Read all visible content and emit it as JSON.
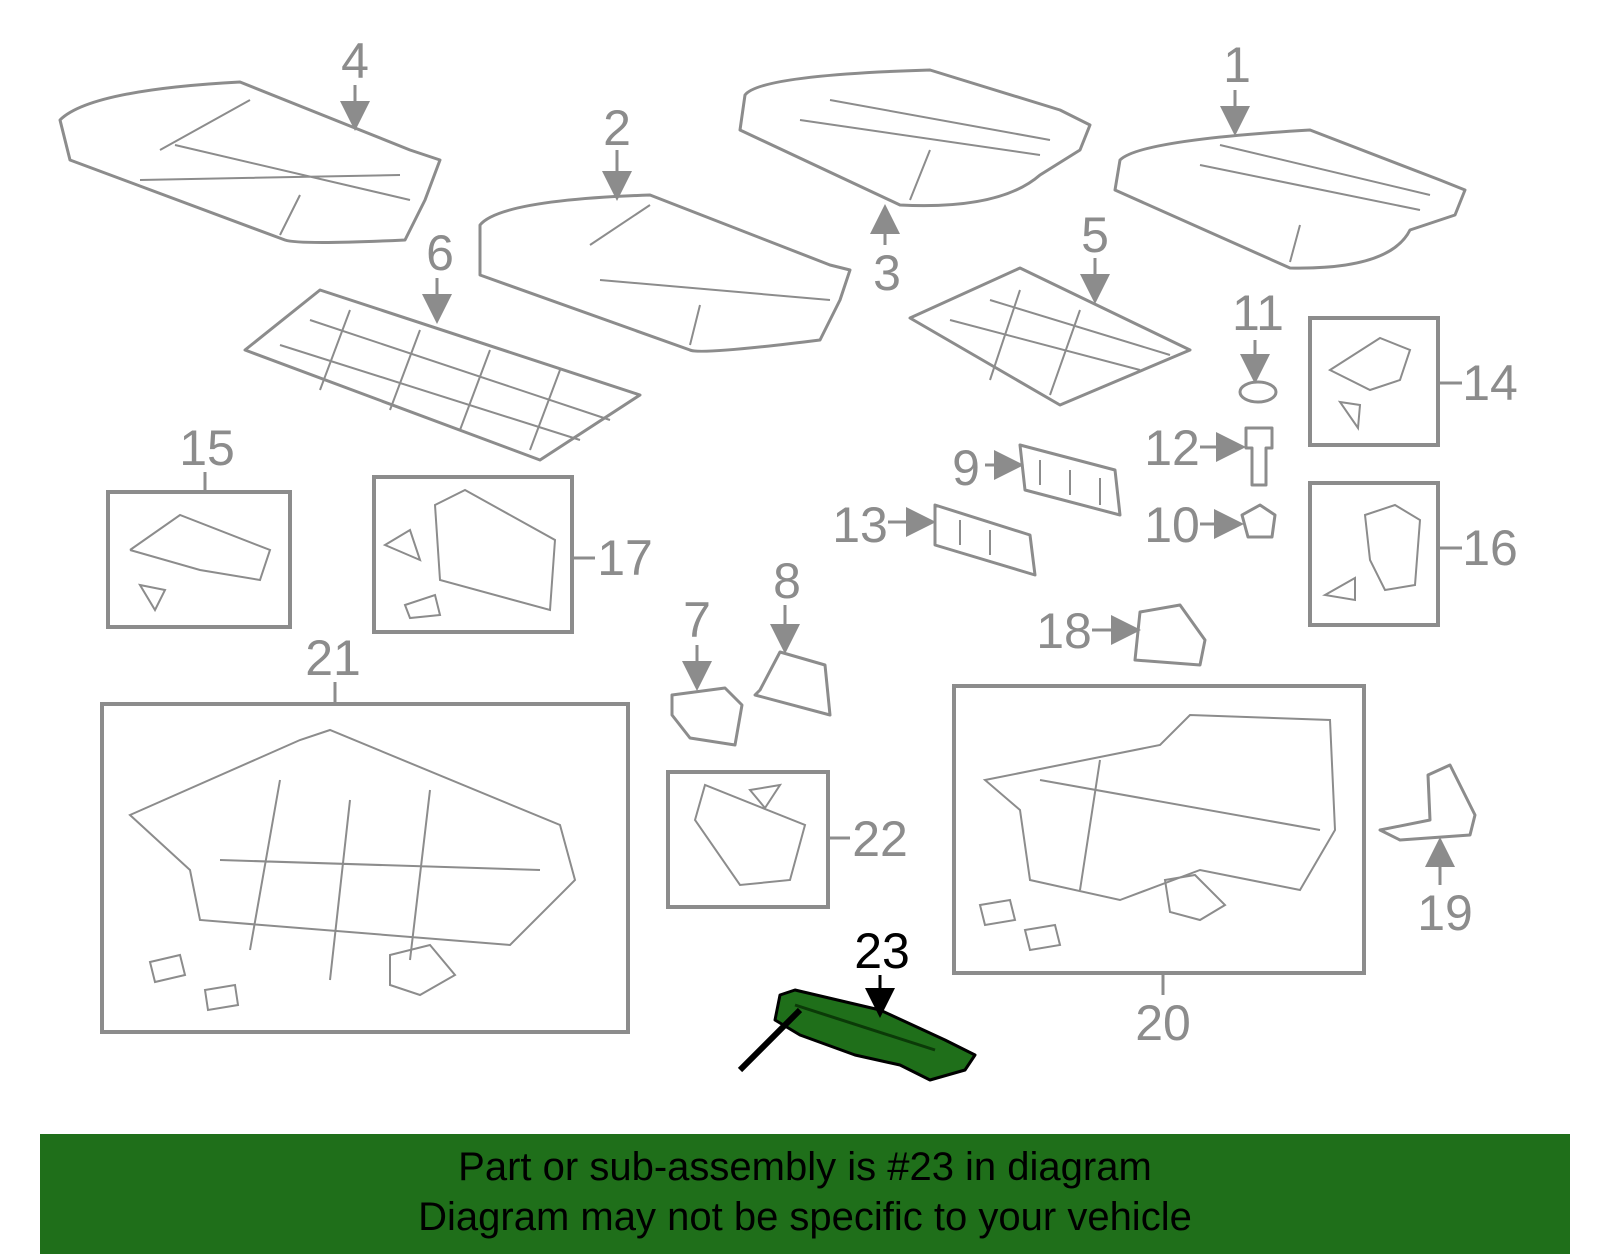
{
  "diagram": {
    "callouts": [
      "1",
      "2",
      "3",
      "4",
      "5",
      "6",
      "7",
      "8",
      "9",
      "10",
      "11",
      "12",
      "13",
      "14",
      "15",
      "16",
      "17",
      "18",
      "19",
      "20",
      "21",
      "22",
      "23"
    ],
    "highlighted_callout": "23",
    "highlight_color": "#1f6f1a",
    "line_color": "#8c8c8c"
  },
  "banner": {
    "line1": "Part or sub-assembly is #23 in diagram",
    "line2": "Diagram may not be specific to your vehicle",
    "background": "#1f6f1a"
  }
}
